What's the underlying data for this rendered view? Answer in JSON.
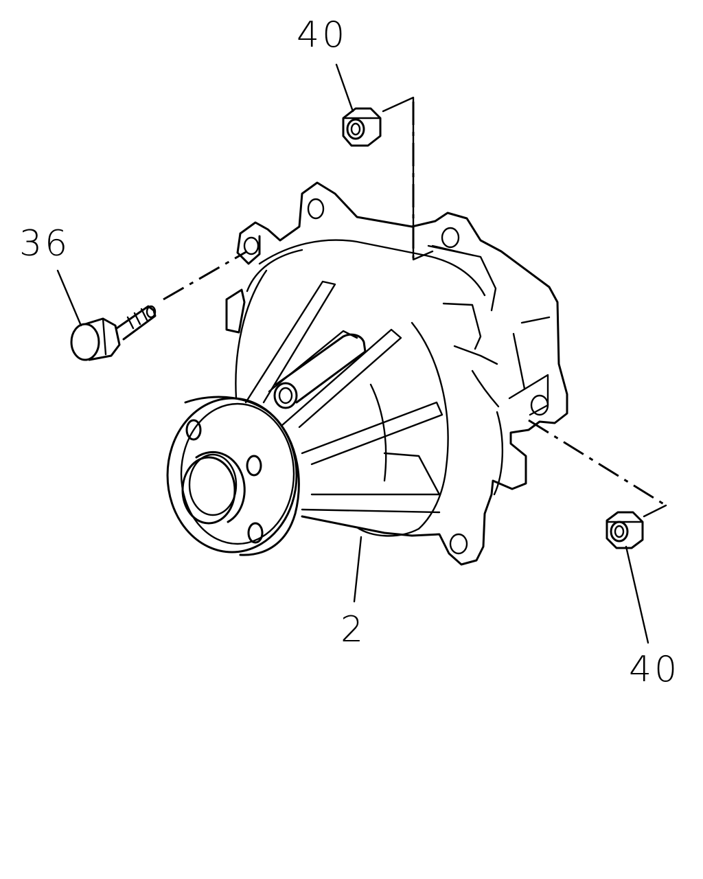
{
  "callouts": [
    {
      "id": "upper-nut",
      "label": "40"
    },
    {
      "id": "bolt",
      "label": "36"
    },
    {
      "id": "water-pump",
      "label": "2"
    },
    {
      "id": "lower-nut",
      "label": "40"
    }
  ]
}
